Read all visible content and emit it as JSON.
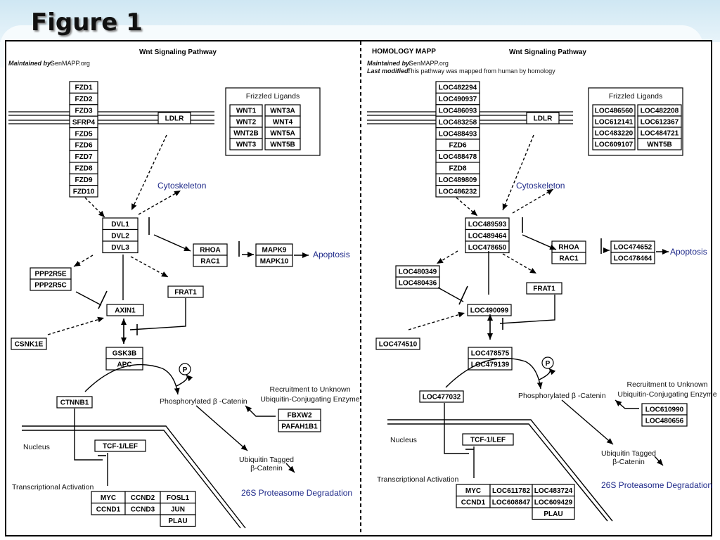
{
  "figure_title": "Figure 1",
  "left": {
    "title": "Wnt Signaling Pathway",
    "maintained_label": "Maintained by:",
    "maintained_value": "GenMAPP.org",
    "receptors": [
      "FZD1",
      "FZD2",
      "FZD3",
      "SFRP4",
      "FZD5",
      "FZD6",
      "FZD7",
      "FZD8",
      "FZD9",
      "FZD10"
    ],
    "ldlr": "LDLR",
    "ligands_title": "Frizzled Ligands",
    "ligands_col1": [
      "WNT1",
      "WNT2",
      "WNT2B",
      "WNT3"
    ],
    "ligands_col2": [
      "WNT3A",
      "WNT4",
      "WNT5A",
      "WNT5B"
    ],
    "cytoskeleton": "Cytoskeleton",
    "dvl": [
      "DVL1",
      "DVL2",
      "DVL3"
    ],
    "rho": [
      "RHOA",
      "RAC1"
    ],
    "mapk": [
      "MAPK9",
      "MAPK10"
    ],
    "apoptosis": "Apoptosis",
    "ppp": [
      "PPP2R5E",
      "PPP2R5C"
    ],
    "frat": "FRAT1",
    "axin": "AXIN1",
    "csnk": "CSNK1E",
    "gsk": [
      "GSK3B",
      "APC"
    ],
    "p": "P",
    "ctnnb": "CTNNB1",
    "phospho": "Phosphorylated β -Catenin",
    "recruit1": "Recruitment to Unknown",
    "recruit2": "Ubiquitin-Conjugating Enzyme",
    "fbx": [
      "FBXW2",
      "PAFAH1B1"
    ],
    "ubiq1": "Ubiquitin Tagged",
    "ubiq2": "β-Catenin",
    "proteasome": "26S Proteasome Degradation",
    "nucleus": "Nucleus",
    "tcf": "TCF-1/LEF",
    "transcr": "Transcriptional Activation",
    "targets_col1": [
      "MYC",
      "CCND1"
    ],
    "targets_col2": [
      "CCND2",
      "CCND3"
    ],
    "targets_col3": [
      "FOSL1",
      "JUN",
      "PLAU"
    ]
  },
  "right": {
    "homology": "HOMOLOGY MAPP",
    "title": "Wnt Signaling Pathway",
    "maintained_label": "Maintained by:",
    "maintained_value": "GenMAPP.org",
    "modified_label": "Last modified:",
    "modified_value": "This pathway was mapped from human by homology",
    "receptors": [
      "LOC482294",
      "LOC490937",
      "LOC486093",
      "LOC483258",
      "LOC488493",
      "FZD6",
      "LOC488478",
      "FZD8",
      "LOC489809",
      "LOC486232"
    ],
    "ldlr": "LDLR",
    "ligands_title": "Frizzled Ligands",
    "ligands_col1": [
      "LOC486560",
      "LOC612141",
      "LOC483220",
      "LOC609107"
    ],
    "ligands_col2": [
      "LOC482208",
      "LOC612367",
      "LOC484721",
      "WNT5B"
    ],
    "cytoskeleton": "Cytoskeleton",
    "dvl": [
      "LOC489593",
      "LOC489464",
      "LOC478650"
    ],
    "rho": [
      "RHOA",
      "RAC1"
    ],
    "mapk": [
      "LOC474652",
      "LOC478464"
    ],
    "apoptosis": "Apoptosis",
    "ppp": [
      "LOC480349",
      "LOC480436"
    ],
    "frat": "FRAT1",
    "axin": "LOC490099",
    "csnk": "LOC474510",
    "gsk": [
      "LOC478575",
      "LOC479139"
    ],
    "p": "P",
    "ctnnb": "LOC477032",
    "phospho": "Phosphorylated β -Catenin",
    "recruit1": "Recruitment to Unknown",
    "recruit2": "Ubiquitin-Conjugating Enzyme",
    "fbx": [
      "LOC610990",
      "LOC480656"
    ],
    "ubiq1": "Ubiquitin Tagged",
    "ubiq2": "β-Catenin",
    "proteasome": "26S Proteasome Degradation",
    "nucleus": "Nucleus",
    "tcf": "TCF-1/LEF",
    "transcr": "Transcriptional Activation",
    "targets_col1": [
      "MYC",
      "CCND1"
    ],
    "targets_col2": [
      "LOC611782",
      "LOC608847"
    ],
    "targets_col3": [
      "LOC483724",
      "LOC609429",
      "PLAU"
    ]
  }
}
